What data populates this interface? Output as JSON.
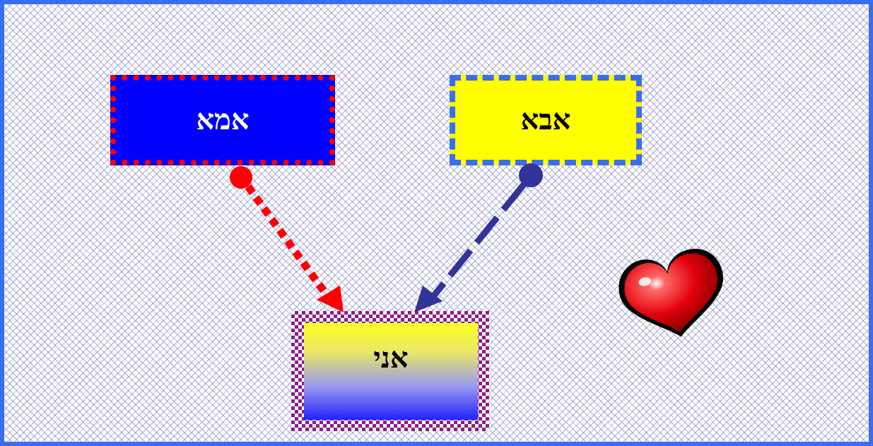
{
  "diagram": {
    "nodes": {
      "mom": {
        "label": "אמא"
      },
      "dad": {
        "label": "אבא"
      },
      "me": {
        "label": "אני"
      }
    },
    "edges": [
      {
        "from": "mom",
        "to": "me",
        "style": "dotted",
        "color": "#ff0000"
      },
      {
        "from": "dad",
        "to": "me",
        "style": "dashed",
        "color": "#333399"
      }
    ],
    "decoration": {
      "icon": "heart-icon",
      "color": "#e3000b"
    }
  },
  "colors": {
    "frame": "#3a6df0",
    "mom_fill": "#0000ff",
    "mom_border": "#ff0000",
    "dad_fill": "#ffff00",
    "dad_border": "#3a6df0",
    "me_border": "#8b1d8b"
  }
}
